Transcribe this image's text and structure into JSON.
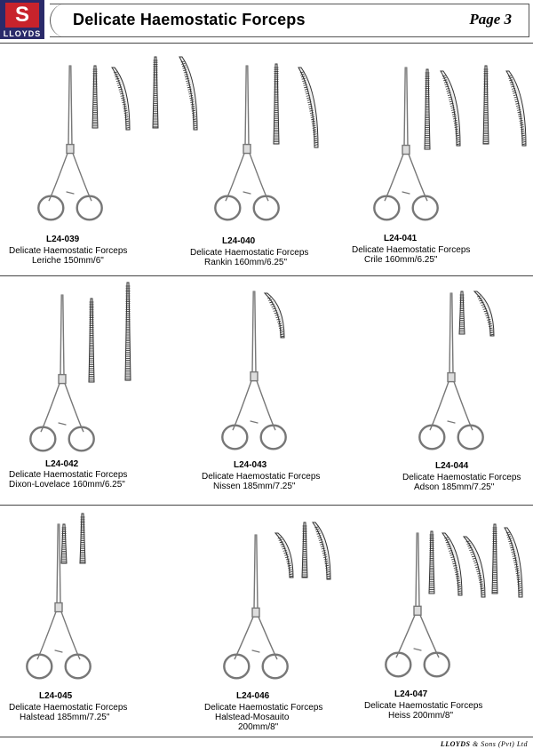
{
  "header": {
    "logo_letter": "S",
    "logo_text": "LLOYDS",
    "title": "Delicate Haemostatic Forceps",
    "page": "Page 3"
  },
  "products": [
    {
      "code": "L24-039",
      "line1": "Delicate Haemostatic Forceps",
      "line2": "Leriche 150mm/6\"",
      "line3": ""
    },
    {
      "code": "L24-040",
      "line1": "Delicate Haemostatic Forceps",
      "line2": "Rankin 160mm/6.25\"",
      "line3": ""
    },
    {
      "code": "L24-041",
      "line1": "Delicate Haemostatic Forceps",
      "line2": "Crile 160mm/6.25\"",
      "line3": ""
    },
    {
      "code": "L24-042",
      "line1": "Delicate Haemostatic Forceps",
      "line2": "Dixon-Lovelace 160mm/6.25\"",
      "line3": ""
    },
    {
      "code": "L24-043",
      "line1": "Delicate Haemostatic Forceps",
      "line2": "Nissen 185mm/7.25\"",
      "line3": ""
    },
    {
      "code": "L24-044",
      "line1": "Delicate Haemostatic Forceps",
      "line2": "Adson 185mm/7.25\"",
      "line3": ""
    },
    {
      "code": "L24-045",
      "line1": "Delicate Haemostatic Forceps",
      "line2": "Halstead 185mm/7.25\"",
      "line3": ""
    },
    {
      "code": "L24-046",
      "line1": "Delicate Haemostatic Forceps",
      "line2": "Halstead-Mosauito",
      "line3": "200mm/8\""
    },
    {
      "code": "L24-047",
      "line1": "Delicate Haemostatic Forceps",
      "line2": "Heiss 200mm/8\"",
      "line3": ""
    }
  ],
  "footer": {
    "brand": "LLOYDS",
    "rest": " & Sons (Pvt) Ltd"
  }
}
